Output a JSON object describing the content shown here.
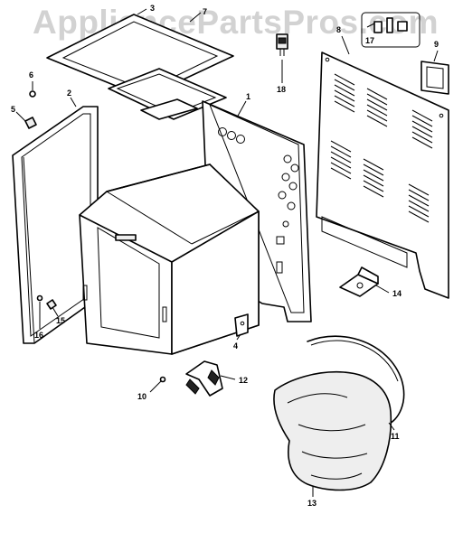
{
  "watermark": "AppliancePartsPros.com",
  "callouts": {
    "c1": "1",
    "c2": "2",
    "c3": "3",
    "c4": "4",
    "c5": "5",
    "c6": "6",
    "c7": "7",
    "c8": "8",
    "c9": "9",
    "c10": "10",
    "c11": "11",
    "c12": "12",
    "c13": "13",
    "c14": "14",
    "c15": "15",
    "c16": "16",
    "c17": "17",
    "c18": "18"
  }
}
